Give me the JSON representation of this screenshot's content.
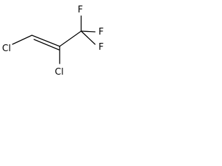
{
  "molecule": {
    "atoms": {
      "cl_left": "Cl",
      "cl_middle": "Cl",
      "f_top": "F",
      "f_right": "F",
      "f_bottom": "F"
    }
  },
  "colors": {
    "bond": "#000000",
    "label": "#000000",
    "background": "#ffffff"
  }
}
